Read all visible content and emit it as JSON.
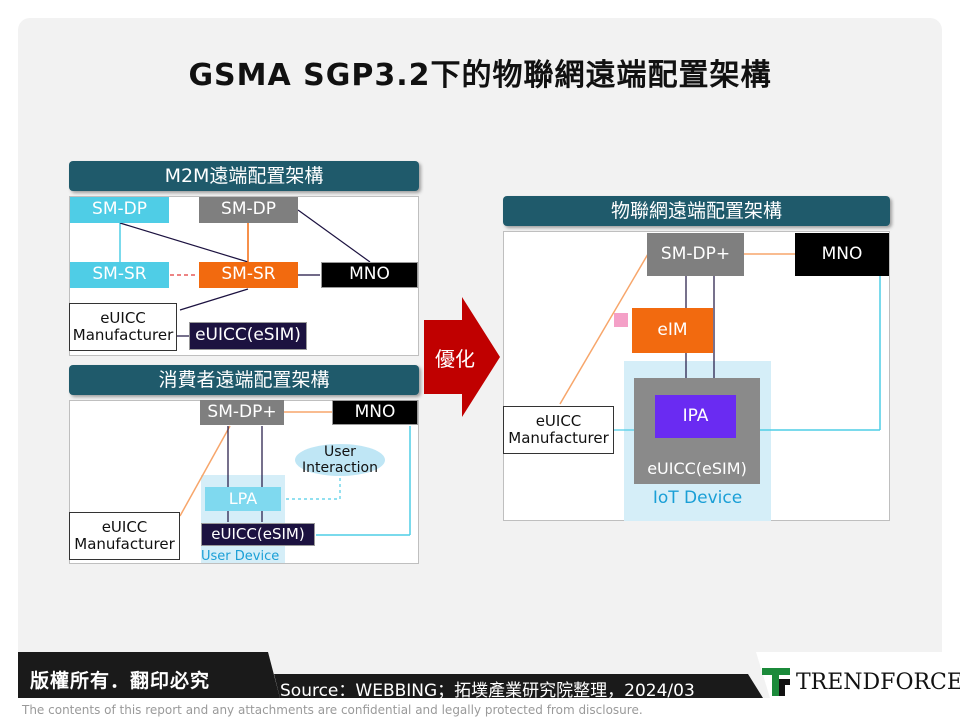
{
  "title": "GSMA SGP3.2下的物聯網遠端配置架構",
  "m2m": {
    "header": "M2M遠端配置架構",
    "sm_dp_cyan": "SM-DP",
    "sm_dp_grey": "SM-DP",
    "sm_sr_cyan": "SM-SR",
    "sm_sr_orange": "SM-SR",
    "mno": "MNO",
    "euicc_manufacturer": "eUICC Manufacturer",
    "euicc_esim": "eUICC(eSIM)"
  },
  "consumer": {
    "header": "消費者遠端配置架構",
    "sm_dp_plus": "SM-DP+",
    "mno": "MNO",
    "user_interaction": "User Interaction",
    "lpa": "LPA",
    "euicc_manufacturer": "eUICC Manufacturer",
    "euicc_esim": "eUICC(eSIM)",
    "user_device": "User Device"
  },
  "optimize_label": "優化",
  "iot": {
    "header": "物聯網遠端配置架構",
    "sm_dp_plus": "SM-DP+",
    "mno": "MNO",
    "eim": "eIM",
    "ipa": "IPA",
    "euicc_esim": "eUICC(eSIM)",
    "iot_device": "IoT Device",
    "euicc_manufacturer": "eUICC Manufacturer"
  },
  "footer": {
    "copyright": "版權所有．翻印必究",
    "source": "Source：WEBBING；拓墣產業研究院整理，2024/03",
    "brand": "TRENDFORCE",
    "disclaimer": "The contents of this report and any attachments are confidential and legally protected from disclosure."
  },
  "colors": {
    "header_teal": "#1f5a6b",
    "cyan": "#4fcde6",
    "orange": "#f26a0f",
    "purple": "#6a2bf2",
    "arrow_red": "#c00000",
    "device_area": "#d5eef8"
  }
}
